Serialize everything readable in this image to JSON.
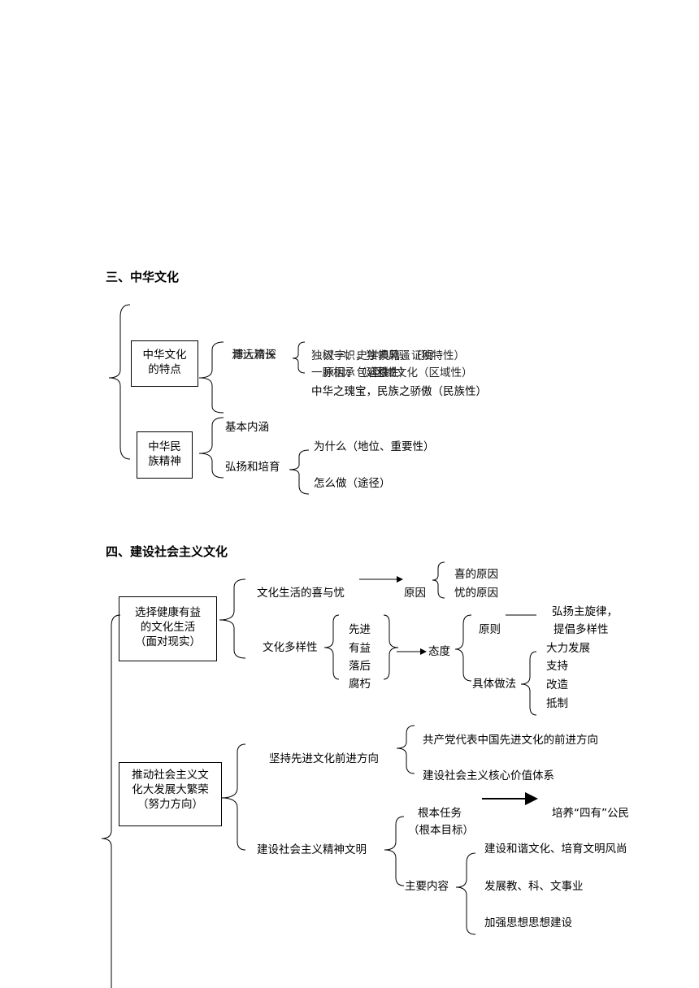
{
  "section3": {
    "heading": "三、中华文化",
    "features_box": [
      "中华文化",
      "的特点"
    ],
    "spirit_box": [
      "中华民",
      "族精神"
    ],
    "feature_a": "源远流长",
    "feature_b": "博大精深",
    "trait_1a": "独树一帜，独领风骚（独特性）",
    "trait_1b": "汉字、史学典籍、证明",
    "trait_2a": "一脉相承（延续性）",
    "trait_2b": "原因：包容性",
    "trait_2c": "区域文化（区域性）",
    "trait_3": "中华之瑰宝，民族之骄傲（民族性）",
    "basic": "基本内涵",
    "promote": "弘扬和培育",
    "why": "为什么（地位、重要性）",
    "how": "怎么做（途径）"
  },
  "section4": {
    "heading": "四、建设社会主义文化",
    "choose_box": [
      "选择健康有益",
      "的文化生活",
      "（面对现实）"
    ],
    "joy_worry": "文化生活的喜与忧",
    "reason": "原因",
    "joy_reason": "喜的原因",
    "worry_reason": "忧的原因",
    "diversity": "文化多样性",
    "kinds": [
      "先进",
      "有益",
      "落后",
      "腐朽"
    ],
    "attitude": "态度",
    "principle": "原则",
    "principle_text": [
      "弘扬主旋律，",
      "提倡多样性"
    ],
    "method": "具体做法",
    "methods": [
      "大力发展",
      "支持",
      "改造",
      "抵制"
    ],
    "promote_box": [
      "推动社会主义文",
      "化大发展大繁荣",
      "（努力方向）"
    ],
    "advanced": "坚持先进文化前进方向",
    "party": "共产党代表中国先进文化的前进方向",
    "core_values": "建设社会主义核心价值体系",
    "spiritual": "建设社会主义精神文明",
    "task": "根本任务",
    "task_sub": "（根本目标）",
    "task_result": "培养“四有”公民",
    "main": "主要内容",
    "contents": [
      "建设和谐文化、培育文明风尚",
      "发展教、科、文事业",
      "加强思想思想建设"
    ]
  }
}
